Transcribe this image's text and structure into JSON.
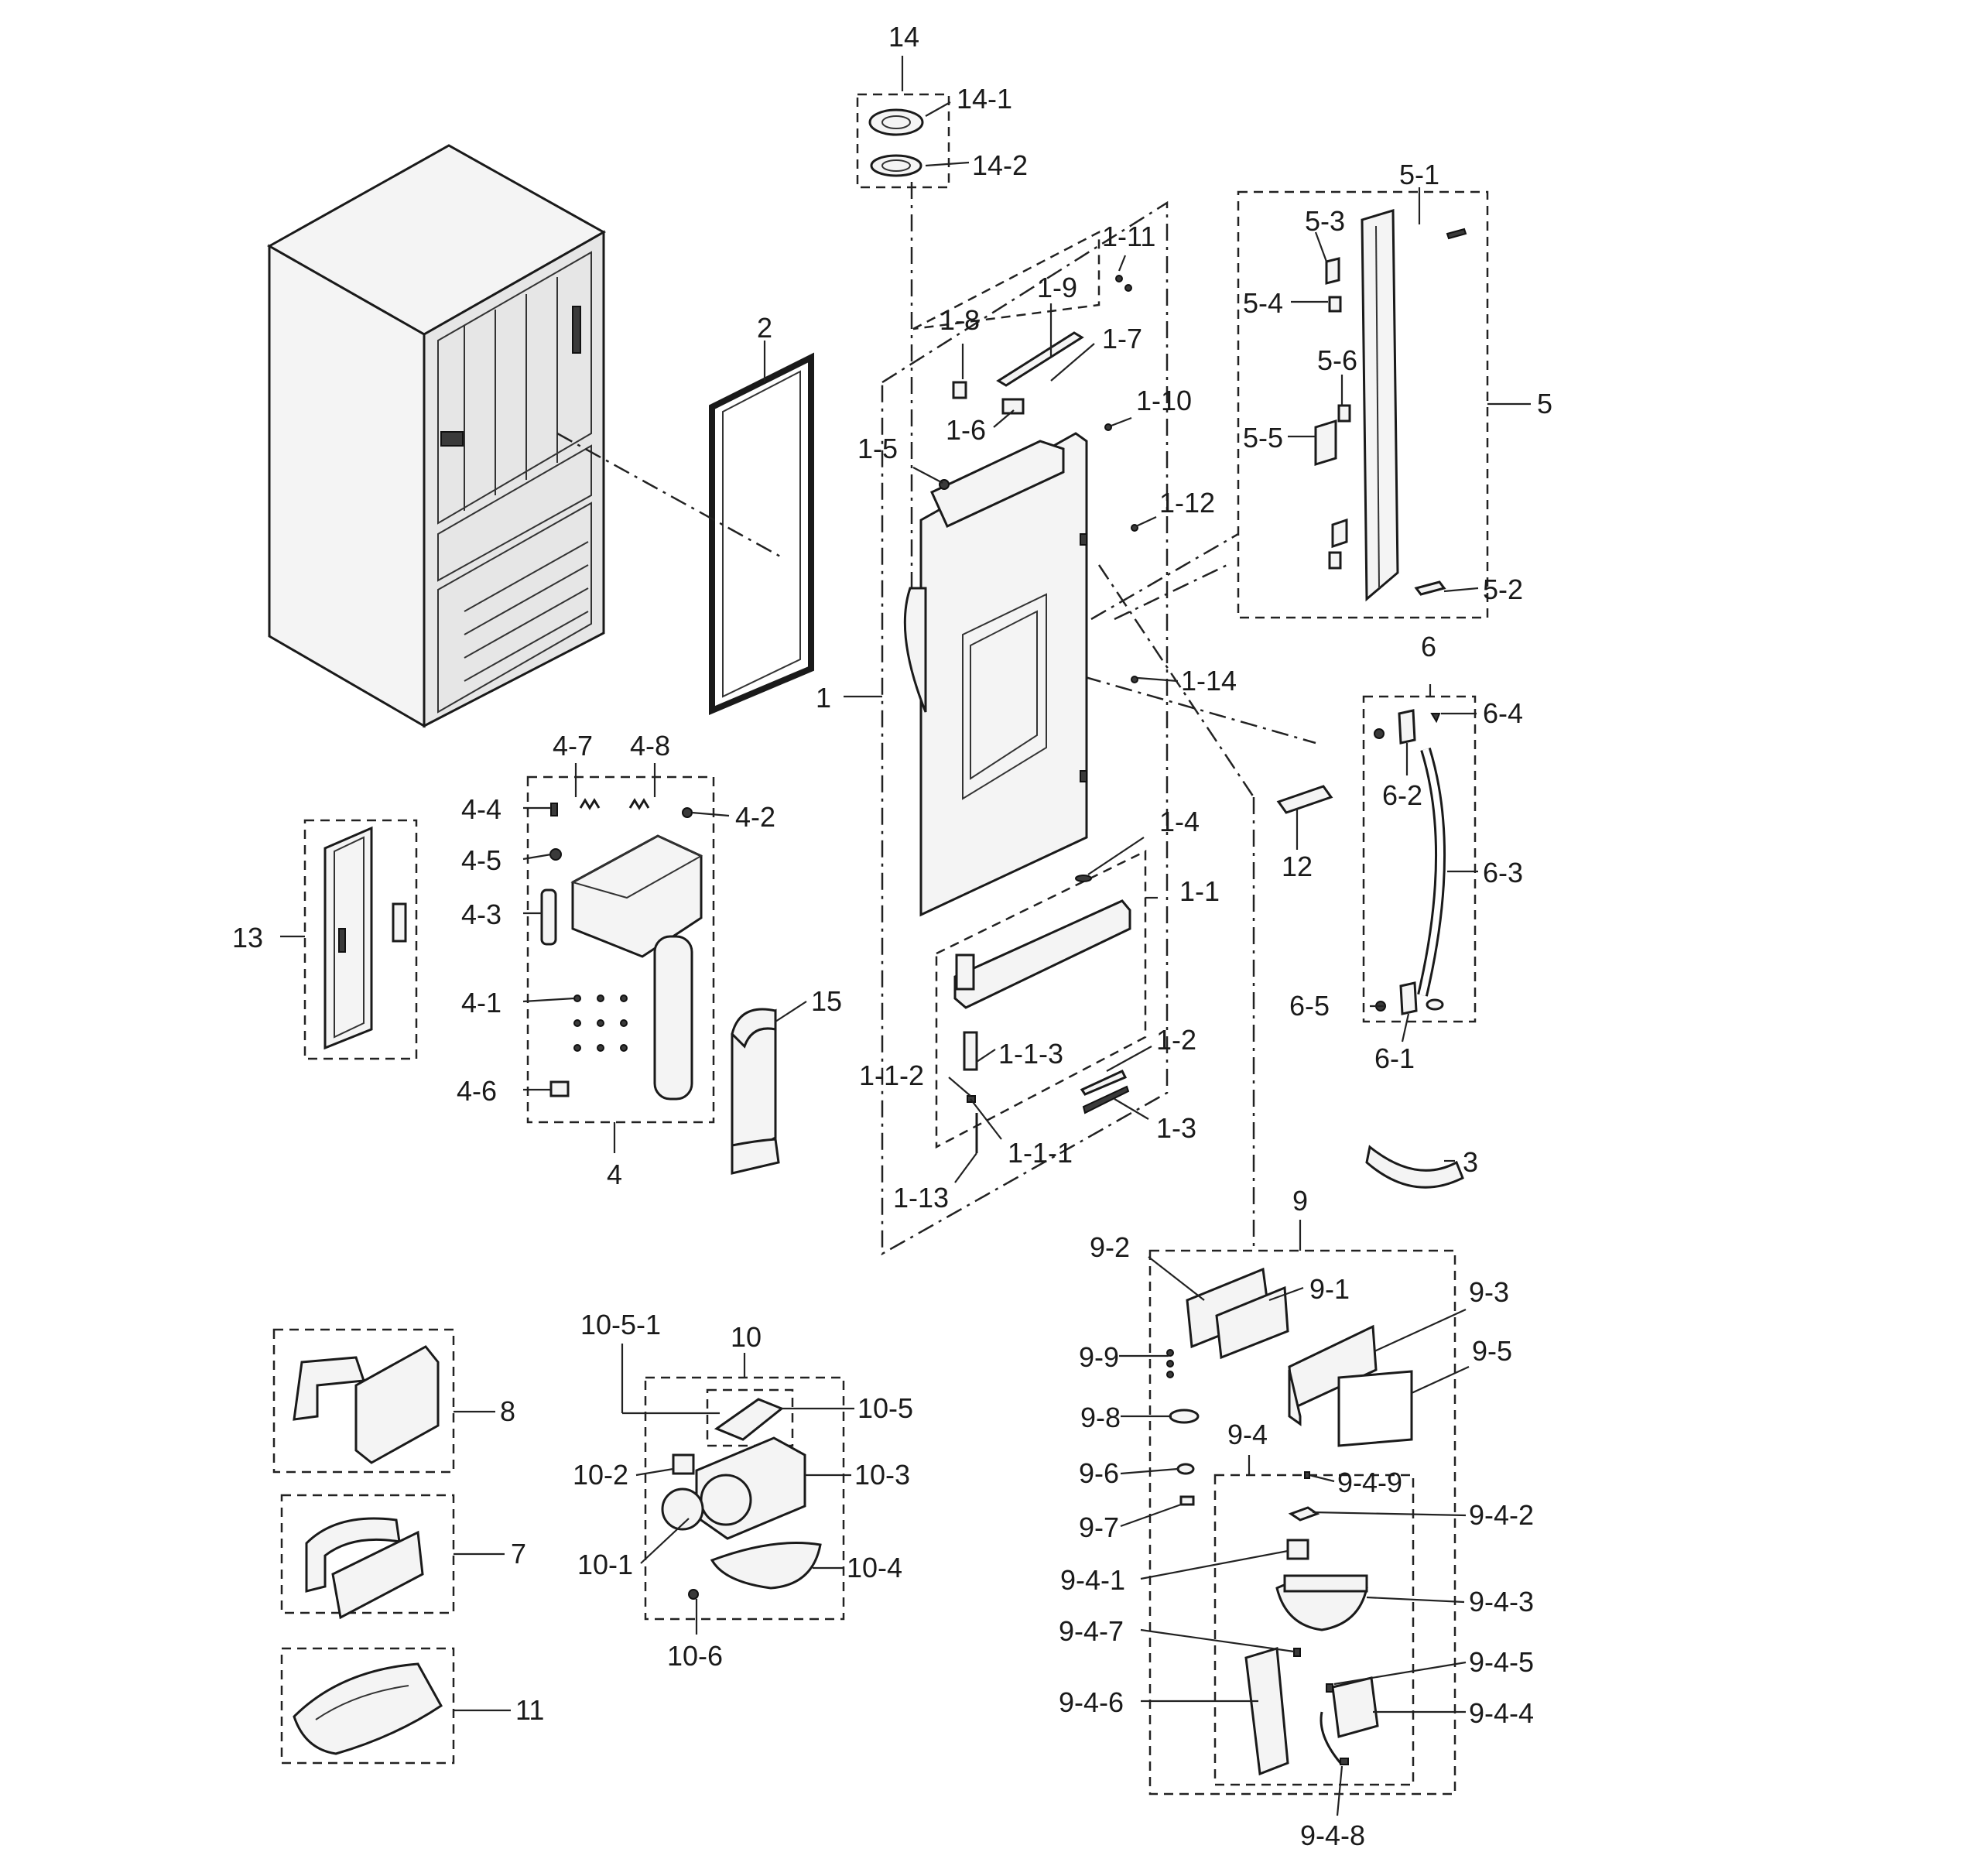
{
  "labels": {
    "l_14": "14",
    "l_14_1": "14-1",
    "l_14_2": "14-2",
    "l_1_11": "1-11",
    "l_1_9": "1-9",
    "l_1_8": "1-8",
    "l_1_7": "1-7",
    "l_1_10": "1-10",
    "l_1_6": "1-6",
    "l_1_5": "1-5",
    "l_1_12": "1-12",
    "l_1_14": "1-14",
    "l_1": "1",
    "l_1_4": "1-4",
    "l_1_1": "1-1",
    "l_1_1_3": "1-1-3",
    "l_1_2": "1-2",
    "l_1_1_2": "1-1-2",
    "l_1_3": "1-3",
    "l_1_1_1": "1-1-1",
    "l_1_13": "1-13",
    "l_2": "2",
    "l_5_1": "5-1",
    "l_5_3": "5-3",
    "l_5_4": "5-4",
    "l_5_6": "5-6",
    "l_5_5": "5-5",
    "l_5": "5",
    "l_5_2": "5-2",
    "l_6": "6",
    "l_6_4": "6-4",
    "l_6_2": "6-2",
    "l_6_3": "6-3",
    "l_6_5": "6-5",
    "l_6_1": "6-1",
    "l_12": "12",
    "l_3": "3",
    "l_4_7": "4-7",
    "l_4_8": "4-8",
    "l_4_4": "4-4",
    "l_4_2": "4-2",
    "l_4_5": "4-5",
    "l_4_3": "4-3",
    "l_4_1": "4-1",
    "l_4_6": "4-6",
    "l_4": "4",
    "l_13": "13",
    "l_15": "15",
    "l_9": "9",
    "l_9_2": "9-2",
    "l_9_1": "9-1",
    "l_9_3": "9-3",
    "l_9_9": "9-9",
    "l_9_5": "9-5",
    "l_9_8": "9-8",
    "l_9_4": "9-4",
    "l_9_6": "9-6",
    "l_9_4_9": "9-4-9",
    "l_9_7": "9-7",
    "l_9_4_2": "9-4-2",
    "l_9_4_1": "9-4-1",
    "l_9_4_3": "9-4-3",
    "l_9_4_7": "9-4-7",
    "l_9_4_5": "9-4-5",
    "l_9_4_6": "9-4-6",
    "l_9_4_4": "9-4-4",
    "l_9_4_8": "9-4-8",
    "l_10": "10",
    "l_10_5_1": "10-5-1",
    "l_10_5": "10-5",
    "l_10_2": "10-2",
    "l_10_3": "10-3",
    "l_10_1": "10-1",
    "l_10_4": "10-4",
    "l_10_6": "10-6",
    "l_8": "8",
    "l_7": "7",
    "l_11": "11"
  }
}
